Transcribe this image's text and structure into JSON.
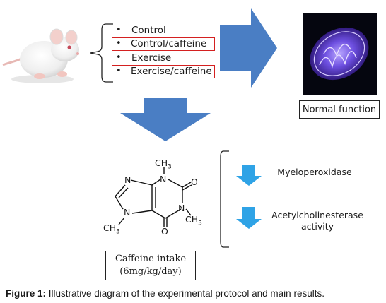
{
  "groups": [
    {
      "label": "Control",
      "highlighted": false
    },
    {
      "label": "Control/caffeine",
      "highlighted": true
    },
    {
      "label": "Exercise",
      "highlighted": false
    },
    {
      "label": "Exercise/caffeine",
      "highlighted": true
    }
  ],
  "outcome": {
    "label": "Normal function"
  },
  "molecule": {
    "atoms": {
      "n1": "N",
      "n2": "N",
      "n3": "N",
      "n4": "N",
      "o1": "O",
      "o2": "O",
      "me1": "CH",
      "me1_sub": "3",
      "me2": "CH",
      "me2_sub": "3",
      "me3": "CH",
      "me3_sub": "3"
    }
  },
  "intake": {
    "line1": "Caffeine intake",
    "line2": "(6mg/kg/day)"
  },
  "results": [
    {
      "label": "Myeloperoxidase",
      "direction": "decrease"
    },
    {
      "label_line1": "Acetylcholinesterase",
      "label_line2": "activity",
      "direction": "decrease"
    }
  ],
  "caption": {
    "prefix": "Figure 1:",
    "text": " Illustrative diagram of the experimental protocol and main results."
  },
  "colors": {
    "big_arrow": "#4a7ec4",
    "small_arrow": "#2fa3e6",
    "highlight_box": "#d42020",
    "mito_bg": "#05060f",
    "mito_body": "#7a5ae6"
  },
  "icons": [
    "rat-image",
    "mitochondrion-image"
  ]
}
